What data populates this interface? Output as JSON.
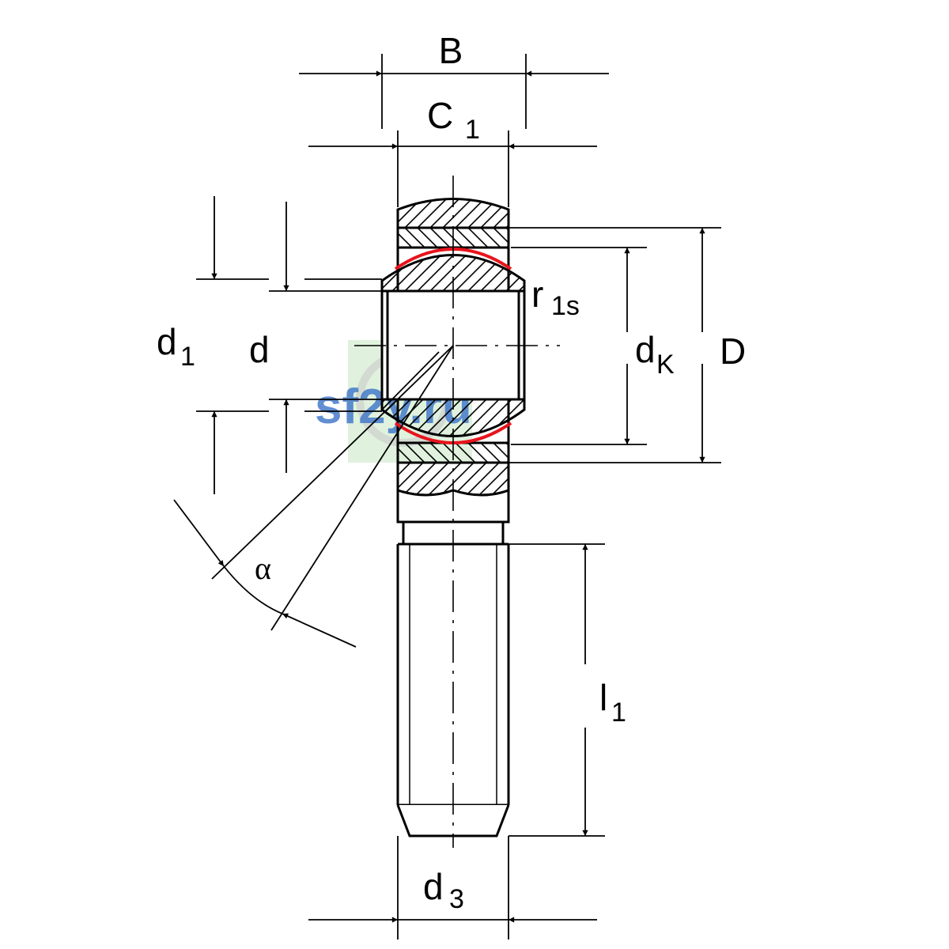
{
  "labels": {
    "B": "B",
    "C": "C",
    "C_sub": "1",
    "d1": "d",
    "d1_sub": "1",
    "d": "d",
    "r": "r",
    "r_sub": "1s",
    "dK": "d",
    "dK_sub": "K",
    "D": "D",
    "alpha": "α",
    "l": "l",
    "l_sub": "1",
    "d3": "d",
    "d3_sub": "3"
  },
  "watermark": {
    "text": "sf2y.ru"
  },
  "colors": {
    "line": "#000000",
    "seal": "#e8141c",
    "watermark_blue": "#3b73c8",
    "watermark_green": "#d3ecd0"
  }
}
